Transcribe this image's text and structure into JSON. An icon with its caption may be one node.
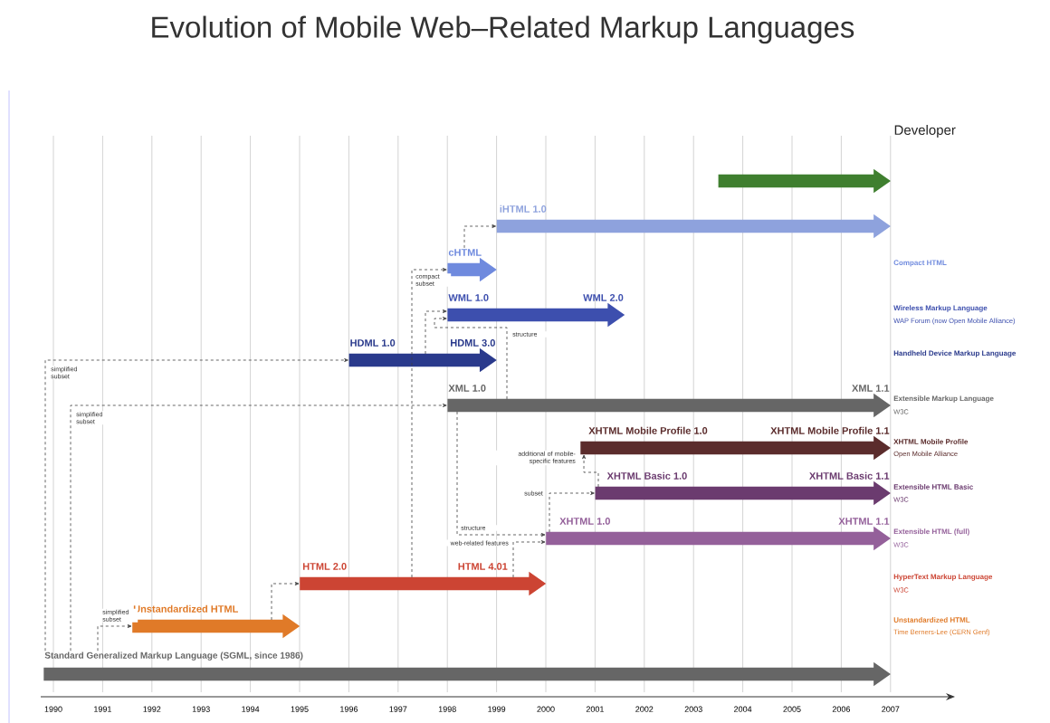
{
  "diagram": {
    "title": "Evolution of Mobile Web–Related Markup Languages",
    "nodes": [
      {
        "text": [],
        "shape": "bar"
      },
      {
        "text": [
          "iHTML 1.0"
        ]
      },
      {
        "text": [
          "cHTML"
        ]
      },
      {
        "text": [
          "WML 1.0",
          "WML 2.0"
        ]
      },
      {
        "text": [
          "HDML 1.0",
          "HDML 3.0"
        ]
      },
      {
        "text": [
          "XML 1.0",
          "XML 1.1"
        ],
        "beside": [
          "Extensible Markup Language",
          "W3C"
        ]
      },
      {
        "text": [
          "XHTML Mobile Profile 1.0",
          "XHTML Mobile Profile 1.1"
        ],
        "beside": [
          "XHTML Mobile Profile",
          "Open Mobile Alliance"
        ]
      },
      {
        "text": [
          "XHTML Basic 1.0",
          "XHTML Basic 1.1"
        ],
        "beside": [
          "Extensible HTML Basic",
          "W3C"
        ]
      },
      {
        "text": [
          "XHTML 1.0",
          "XHTML 1.1"
        ],
        "beside": [
          "Extensible HTML (full)",
          "W3C"
        ]
      },
      {
        "text": [
          "HTML 2.0",
          "HTML 4.01"
        ]
      },
      {
        "text": [
          "Unstandardized HTML"
        ]
      },
      {
        "text": [
          "Standard Generalized Markup Language (SGML, since 1986)"
        ]
      }
    ],
    "edges": [
      {
        "from": 11,
        "to": 4,
        "arrow": "to",
        "style": "dashed",
        "label": "simplified subset"
      },
      {
        "from": 11,
        "to": 5,
        "arrow": "to",
        "style": "dashed",
        "label": "simplified subset"
      },
      {
        "from": 11,
        "to": 10,
        "arrow": "to",
        "style": "dashed",
        "label": "simplified subset"
      },
      {
        "from": 10,
        "to": 9,
        "arrow": "to",
        "style": "dashed"
      },
      {
        "from": 9,
        "to": 2,
        "arrow": "to",
        "style": "dashed",
        "label": "compact subset"
      },
      {
        "from": 2,
        "to": 1,
        "arrow": "to",
        "style": "dashed"
      },
      {
        "from": 4,
        "to": 3,
        "arrow": "to",
        "style": "dashed"
      },
      {
        "from": 5,
        "to": 3,
        "arrow": "to",
        "style": "dashed",
        "label": "structure"
      },
      {
        "from": 5,
        "to": 8,
        "arrow": "to",
        "style": "dashed",
        "label": "structure"
      },
      {
        "from": 9,
        "to": 8,
        "arrow": "to",
        "style": "dashed",
        "label": "web-related features"
      },
      {
        "from": 8,
        "to": 7,
        "arrow": "to",
        "style": "dashed",
        "label": "subset"
      },
      {
        "from": 7,
        "to": 6,
        "arrow": "to",
        "style": "dashed",
        "label": "additional of mobile-specific features"
      }
    ],
    "labels": [
      "Developer",
      "Compact HTML",
      "Wireless Markup Language",
      "WAP Forum (now Open Mobile Alliance)",
      "Handheld Device Markup Language",
      "HyperText Markup Language",
      "W3C",
      "Unstandardized HTML",
      "Time Berners-Lee (CERN Genf)",
      "1990",
      "1991",
      "1992",
      "1993",
      "1994",
      "1995",
      "1996",
      "1997",
      "1998",
      "1999",
      "2000",
      "2001",
      "2002",
      "2003",
      "2004",
      "2005",
      "2006",
      "2007"
    ]
  }
}
